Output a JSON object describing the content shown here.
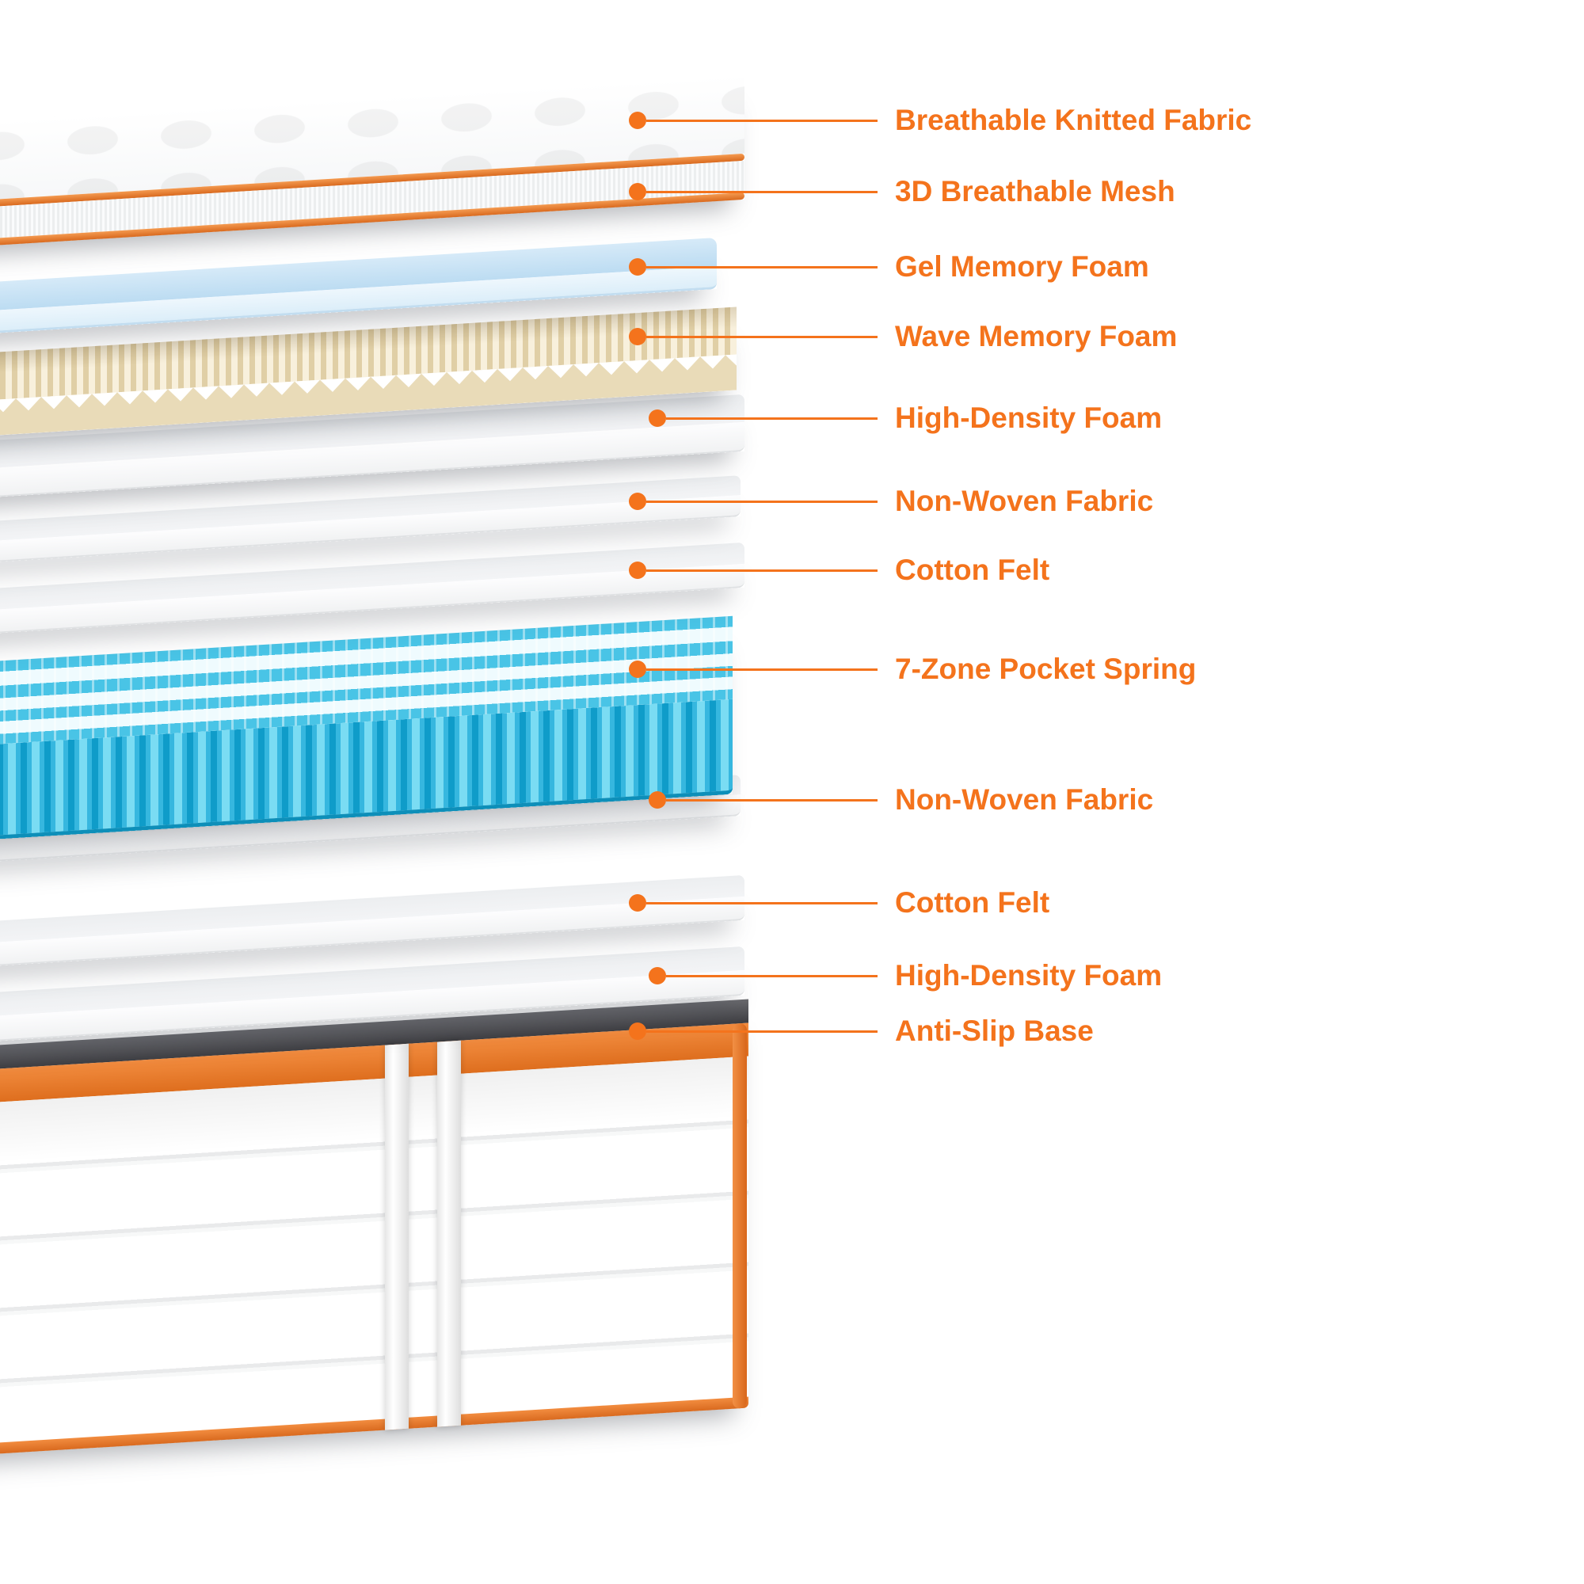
{
  "diagram": {
    "type": "product-exploded-view",
    "subject": "mattress-layers",
    "accent_color": "#F4731C",
    "colors": {
      "label_text": "#F4731C",
      "callout_dot": "#F4731C",
      "callout_line": "#F4731C",
      "piping_orange": "#E8762C",
      "gel_foam_blue": "#BFDDF1",
      "wave_foam_beige": "#E9DBB8",
      "pocket_spring_cyan": "#36B7DF",
      "base_binding_orange": "#E8762C",
      "foam_white": "#F3F4F6"
    },
    "callouts": [
      {
        "label": "Breathable Knitted Fabric"
      },
      {
        "label": "3D Breathable Mesh"
      },
      {
        "label": "Gel Memory Foam"
      },
      {
        "label": "Wave Memory Foam"
      },
      {
        "label": "High-Density Foam"
      },
      {
        "label": "Non-Woven Fabric"
      },
      {
        "label": "Cotton Felt"
      },
      {
        "label": "7-Zone Pocket Spring"
      },
      {
        "label": "Non-Woven Fabric"
      },
      {
        "label": "Cotton Felt"
      },
      {
        "label": "High-Density Foam"
      },
      {
        "label": "Anti-Slip Base"
      }
    ]
  }
}
